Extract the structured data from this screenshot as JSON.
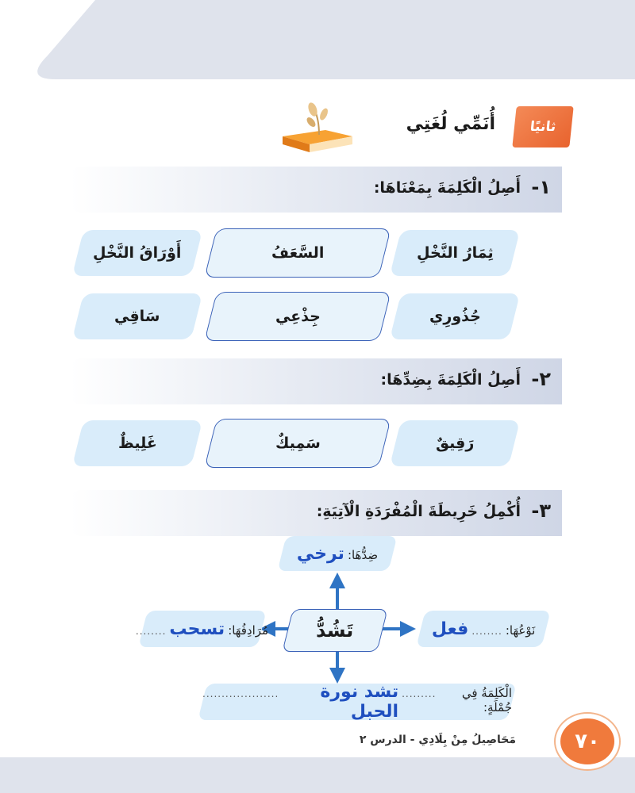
{
  "section": {
    "badge": "ثانيًا",
    "title": "أُنَمِّي لُغَتِي"
  },
  "q1": {
    "number": "١-",
    "prompt": "أَصِلُ الْكَلِمَةَ بِمَعْنَاهَا:",
    "row1": [
      "ثِمَارُ النَّخْلِ",
      "السَّعَفُ",
      "أَوْرَاقُ النَّخْلِ"
    ],
    "row2": [
      "جُذُورِي",
      "جِذْعِي",
      "سَاقِي"
    ]
  },
  "q2": {
    "number": "٢-",
    "prompt": "أَصِلُ الْكَلِمَةَ بِضِدِّهَا:",
    "row1": [
      "رَقِيقٌ",
      "سَمِيكٌ",
      "غَلِيظٌ"
    ]
  },
  "q3": {
    "number": "٣-",
    "prompt": "أُكْمِلُ خَرِيطَةَ الْمُفْرَدَةِ الْآتِيَةِ:",
    "center_word": "تَشُدُّ",
    "opposite": {
      "label": "ضِدُّهَا:",
      "answer": "ترخي"
    },
    "type": {
      "label": "نَوْعُهَا:",
      "answer": "فعل",
      "dots": "........"
    },
    "synonym": {
      "label": "مُرَادِفُهَا:",
      "answer": "تسحب",
      "dots": "........"
    },
    "sentence": {
      "label": "الْكَلِمَةُ فِي جُمْلَةٍ:",
      "answer": "تشد نورة الحبل",
      "dots_before": ".........",
      "dots_after": "...................."
    }
  },
  "footer": {
    "lesson": "مَحَاصِيلُ مِنْ بِلَادِي - الدرس ٢",
    "page_number": "٧٠"
  },
  "colors": {
    "accent_orange": "#f07a3c",
    "answer_blue": "#1f4fbf",
    "cell_blue": "#d9ecfa",
    "arrow_blue": "#2f74c4"
  }
}
